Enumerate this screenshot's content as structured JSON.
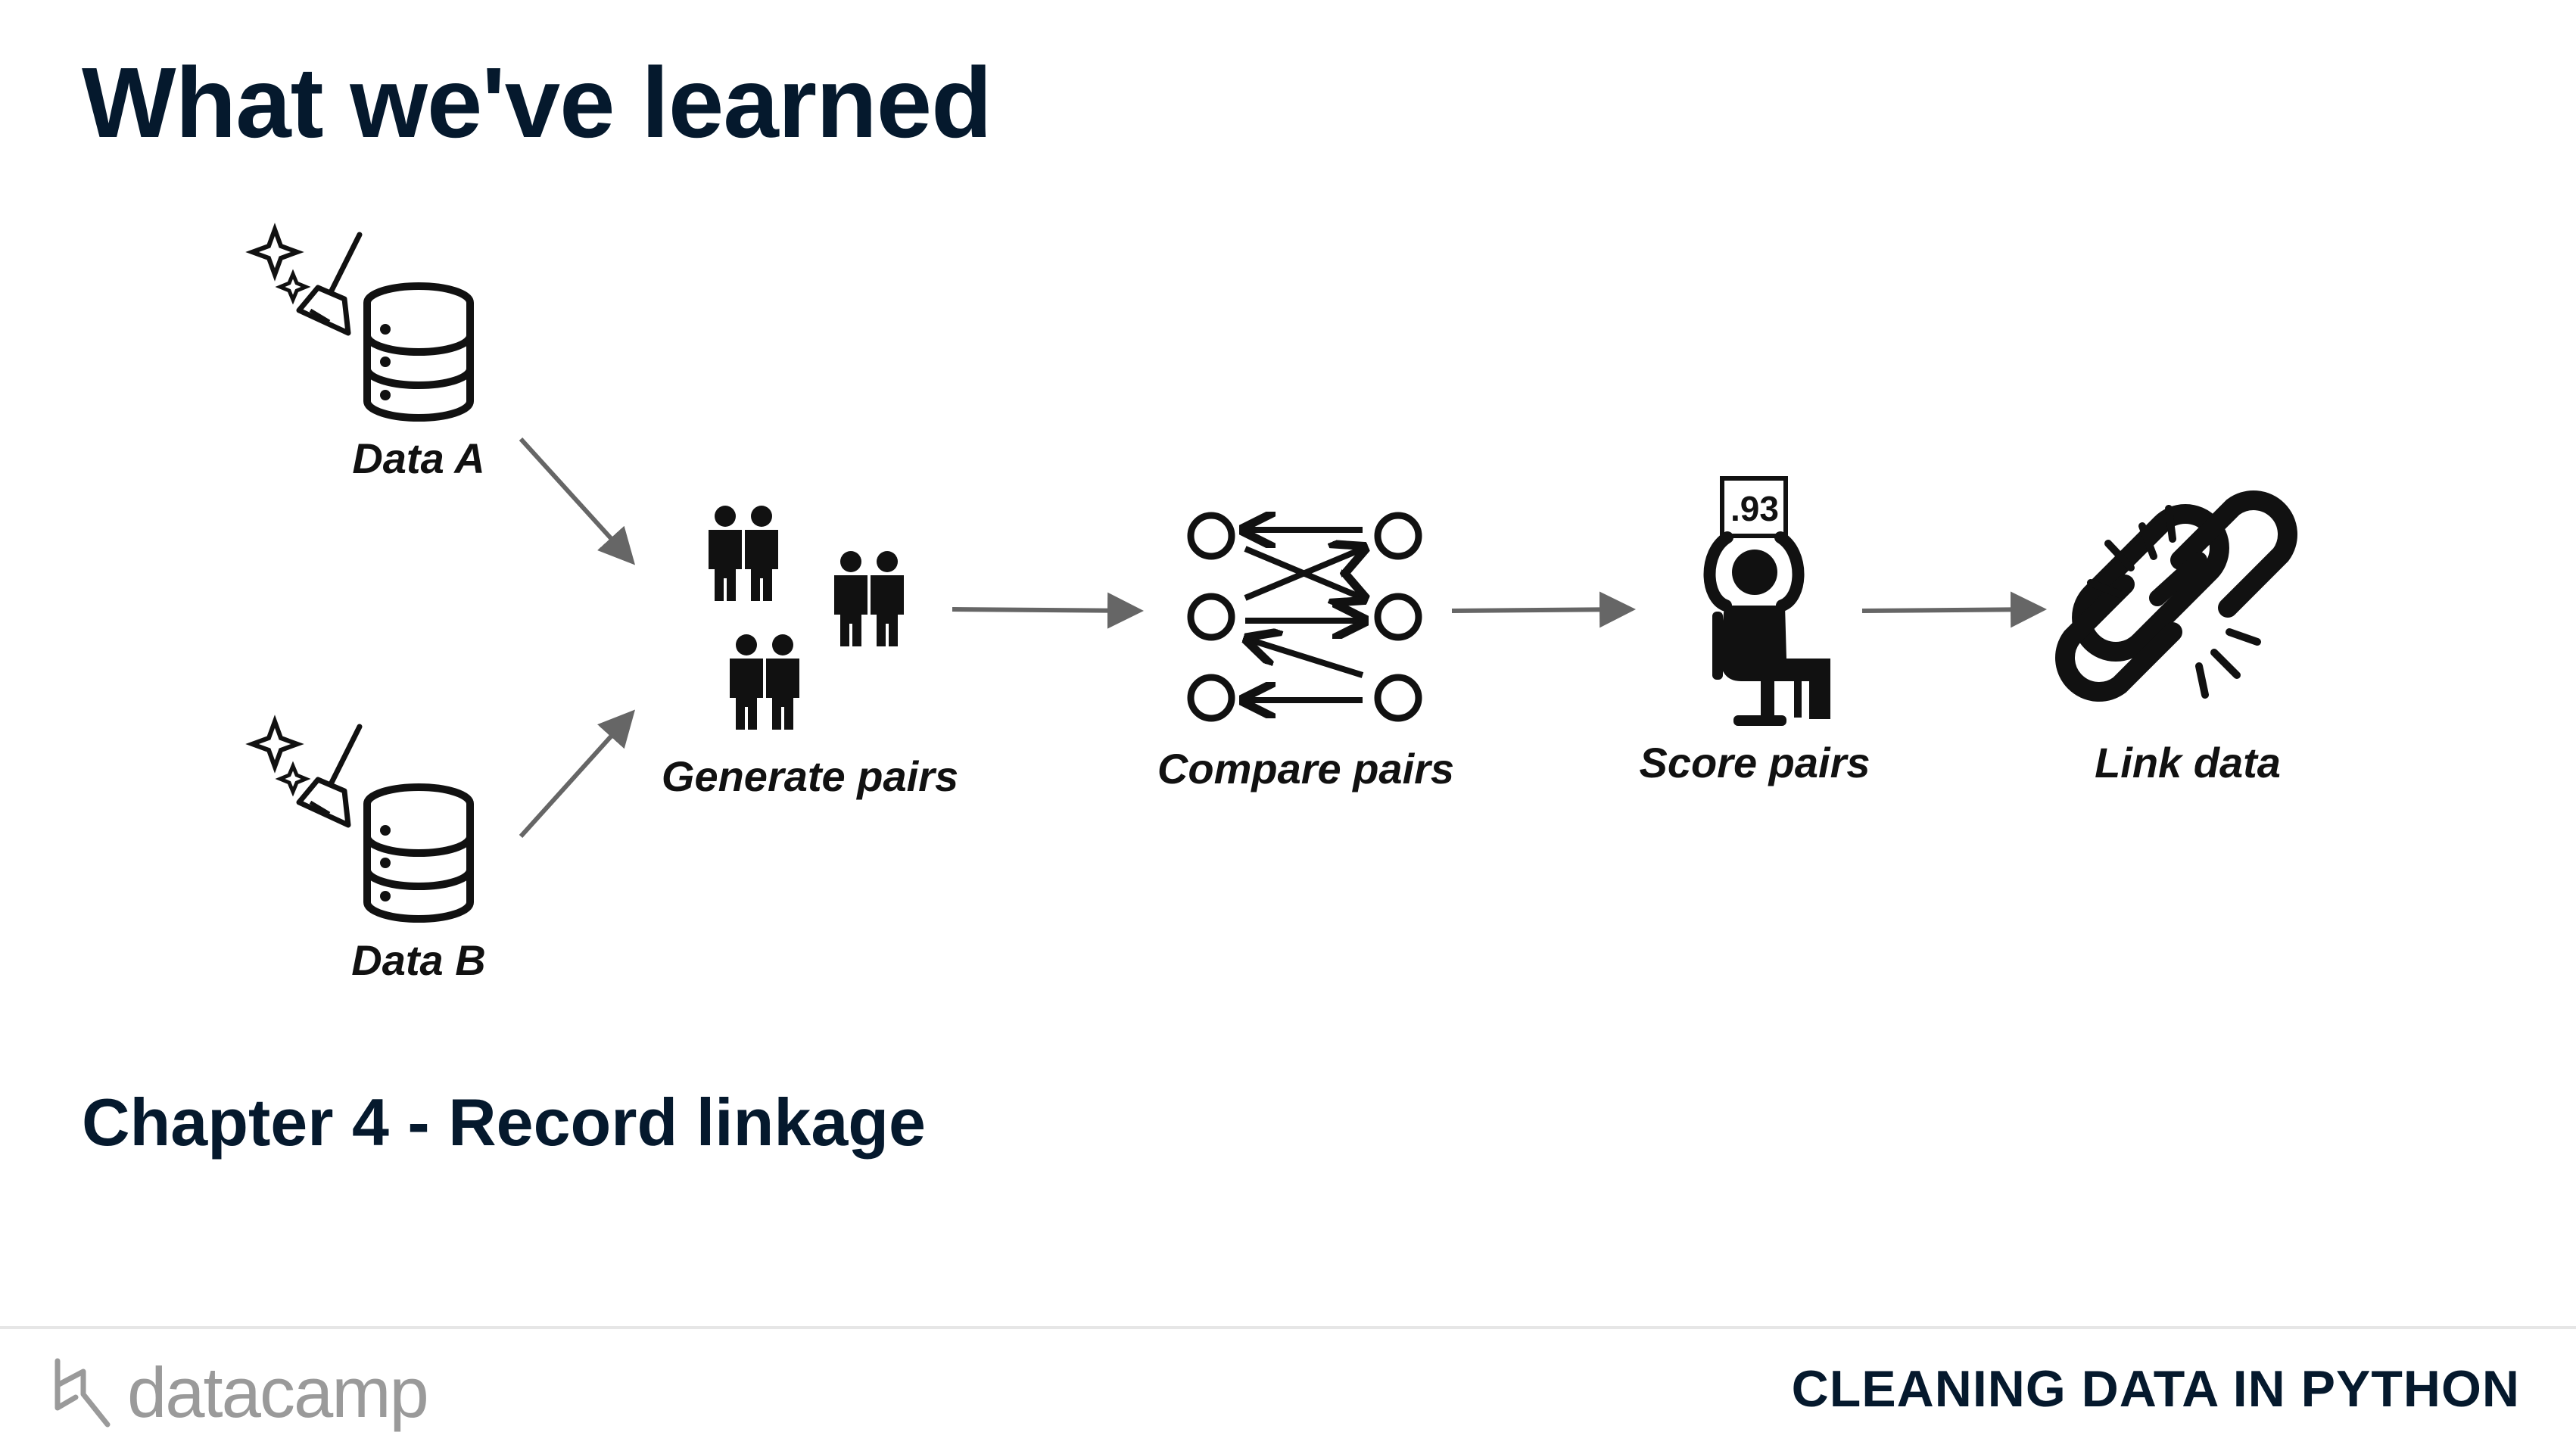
{
  "title": "What we've learned",
  "diagram": {
    "nodes": {
      "data_a": "Data A",
      "data_b": "Data B",
      "generate": "Generate pairs",
      "compare": "Compare pairs",
      "score": "Score pairs",
      "link": "Link data"
    },
    "score_value": ".93"
  },
  "subtitle": "Chapter 4 - Record linkage",
  "footer": {
    "logo_text": "datacamp",
    "course_name": "CLEANING DATA IN PYTHON"
  }
}
